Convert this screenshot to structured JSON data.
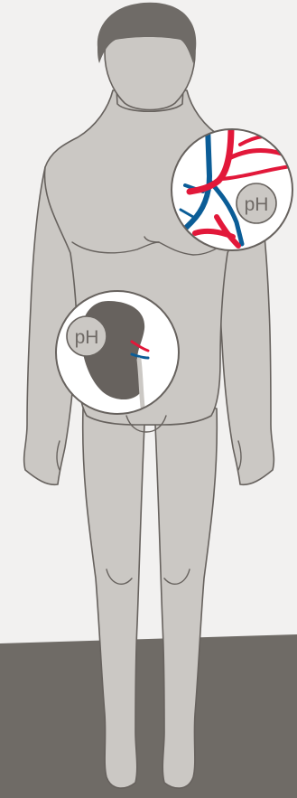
{
  "labels": {
    "blood_ph": "pH",
    "kidney_ph": "pH"
  },
  "colors": {
    "background": "#f2f1f0",
    "floor": "#6f6b66",
    "body_fill": "#cbc8c4",
    "outline": "#67625e",
    "hair": "#6f6b67",
    "artery": "#e2183a",
    "vein": "#0b5d97",
    "kidney": "#67625e",
    "ph_badge": "#cbc8c4"
  },
  "icons": [
    "human-body-figure",
    "blood-vessels-icon",
    "kidney-icon"
  ]
}
